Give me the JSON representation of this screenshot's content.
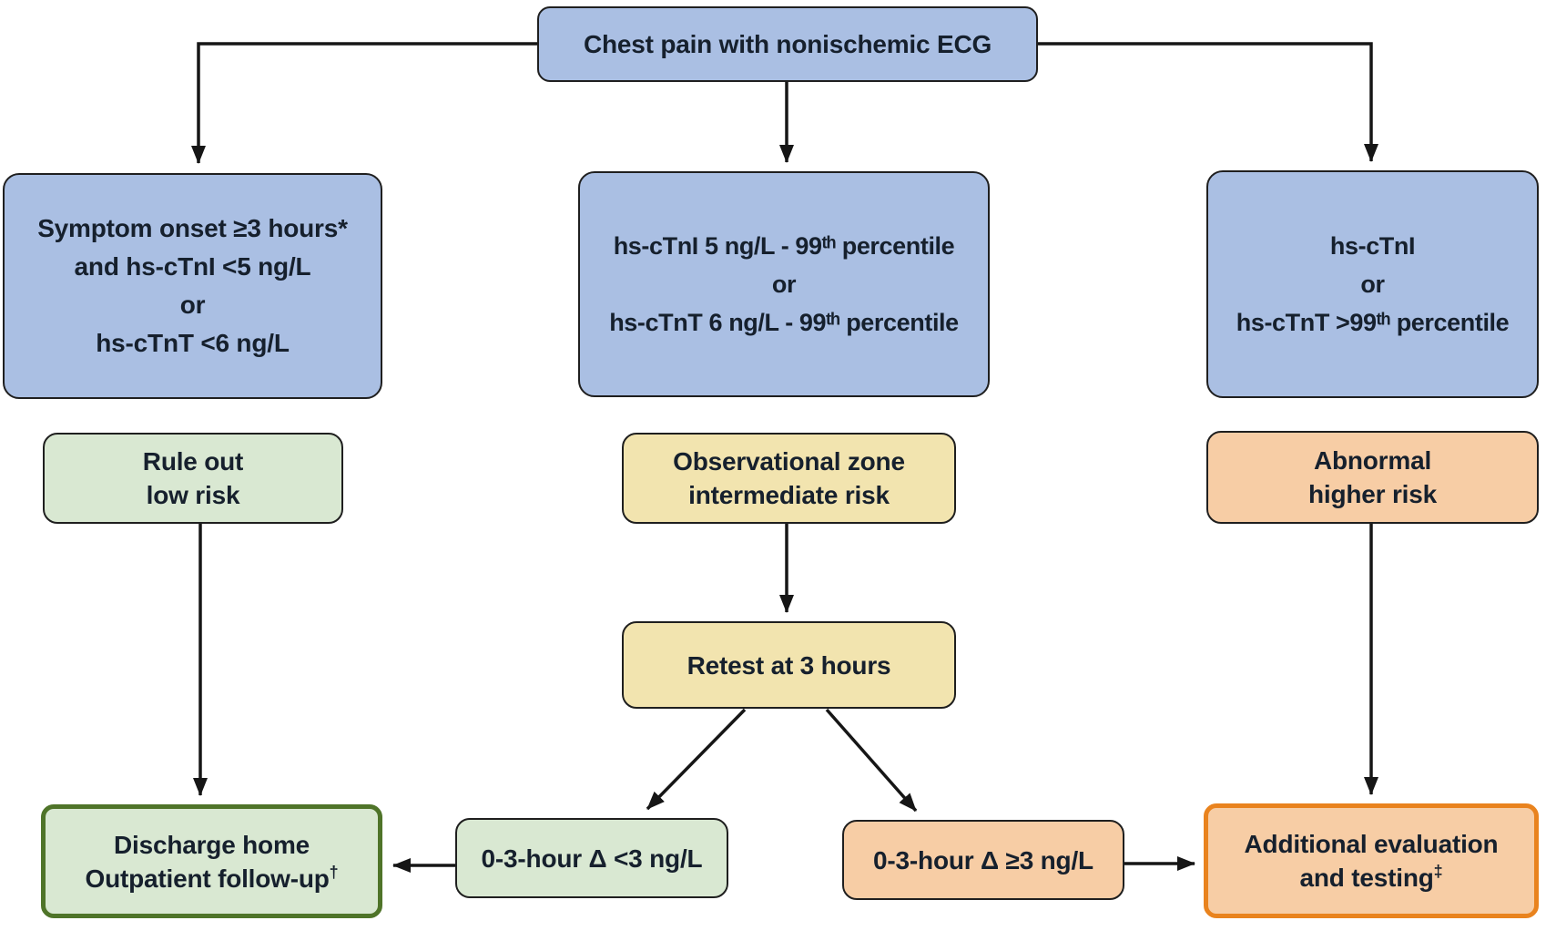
{
  "nodes": {
    "chest_pain": {
      "lines": [
        "Chest pain with nonischemic ECG"
      ]
    },
    "symptom_onset": {
      "lines": [
        "Symptom onset ≥3 hours*",
        "and hs-cTnI <5 ng/L",
        "or",
        "hs-cTnT <6 ng/L"
      ]
    },
    "intermediate_troponin": {
      "lines": [
        "hs-cTnI 5 ng/L - 99ᵗʰ percentile",
        "or",
        "hs-cTnT 6 ng/L - 99ᵗʰ percentile"
      ]
    },
    "high_troponin": {
      "lines": [
        "hs-cTnI",
        "or",
        "hs-cTnT >99ᵗʰ percentile"
      ]
    },
    "rule_out": {
      "lines": [
        "Rule out",
        "low risk"
      ]
    },
    "observational": {
      "lines": [
        "Observational zone",
        "intermediate risk"
      ]
    },
    "abnormal": {
      "lines": [
        "Abnormal",
        "higher risk"
      ]
    },
    "retest": {
      "lines": [
        "Retest at 3 hours"
      ]
    },
    "discharge": {
      "line1": "Discharge home",
      "line2": "Outpatient follow-up",
      "line2_sup": "†"
    },
    "delta_low": {
      "lines": [
        "0-3-hour Δ <3 ng/L"
      ]
    },
    "delta_high": {
      "lines": [
        "0-3-hour Δ ≥3 ng/L"
      ]
    },
    "additional": {
      "line1": "Additional evaluation",
      "line2": "and testing",
      "line2_sup": "‡"
    }
  },
  "colors": {
    "node_blue": "#aabfe3",
    "node_green": "#d9e8d2",
    "node_yellow": "#f2e4af",
    "node_peach": "#f7cda5",
    "discharge_border": "#4f7429",
    "additional_border": "#e9831e",
    "arrow": "#161616",
    "text": "#16202d",
    "background": "#ffffff"
  }
}
